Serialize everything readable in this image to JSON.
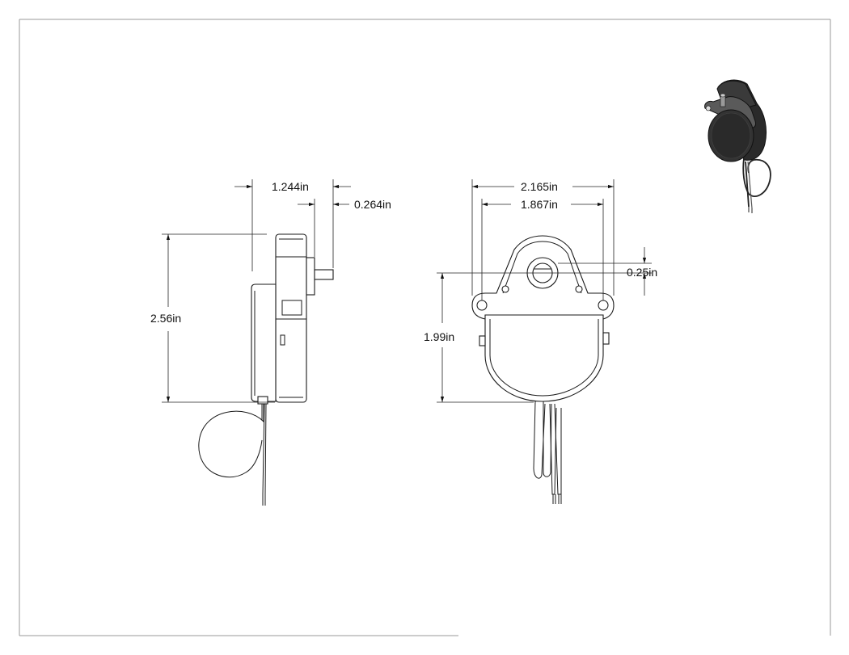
{
  "dimensions": {
    "side_depth": "1.244in",
    "shaft_length": "0.264in",
    "side_height": "2.56in",
    "front_width_overall": "2.165in",
    "front_width_body": "1.867in",
    "shaft_offset": "0.25in",
    "front_height": "1.99in"
  },
  "colors": {
    "line": "#1a1a1a",
    "iso_dark": "#2a2a2a",
    "iso_mid": "#5a5a5a",
    "iso_light": "#9a9a9a"
  }
}
